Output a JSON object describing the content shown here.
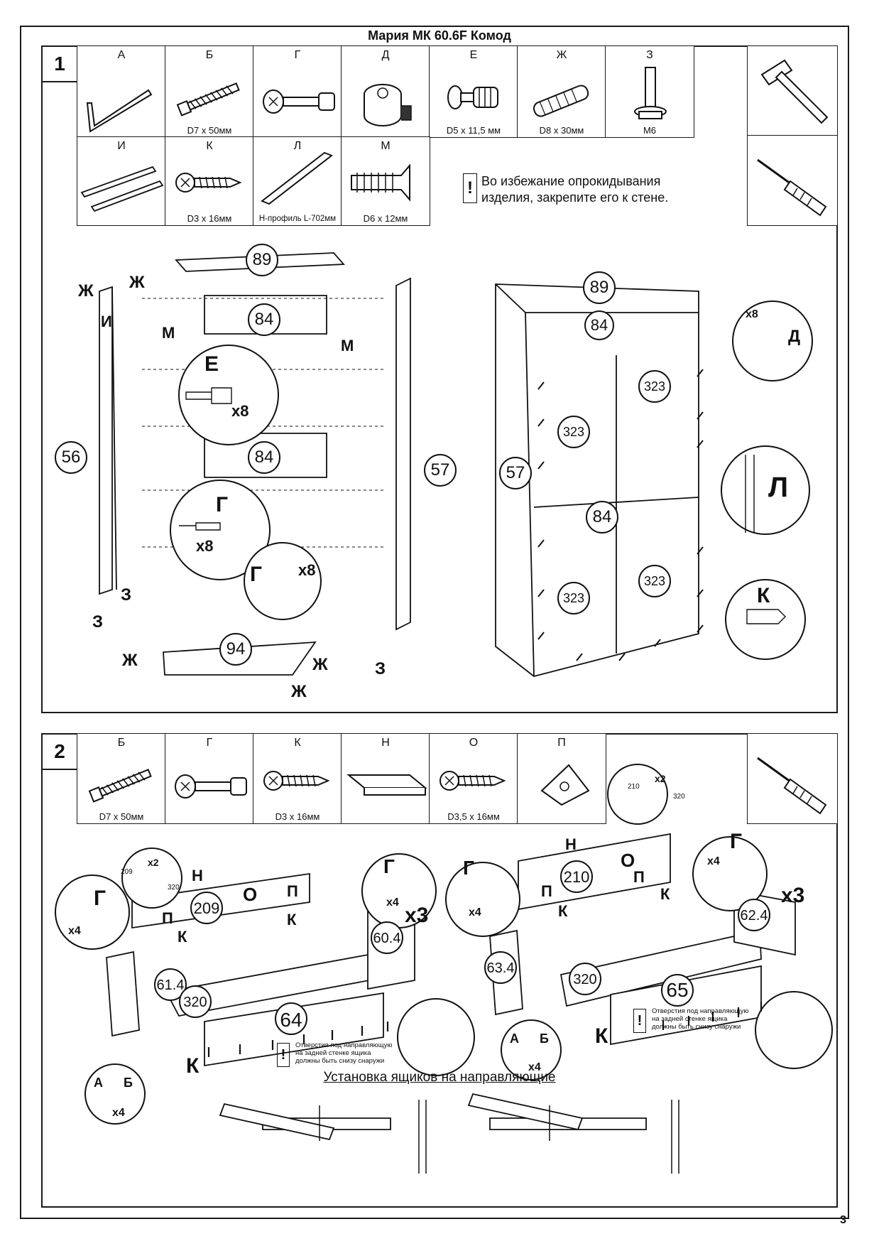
{
  "document": {
    "title": "Мария МК 60.6F Комод",
    "page_number": "3"
  },
  "step1": {
    "number": "1",
    "parts": [
      {
        "letter": "А",
        "caption": ""
      },
      {
        "letter": "Б",
        "caption": "D7 x 50мм"
      },
      {
        "letter": "Г",
        "caption": ""
      },
      {
        "letter": "Д",
        "caption": ""
      },
      {
        "letter": "Е",
        "caption": "D5 x 11,5 мм"
      },
      {
        "letter": "Ж",
        "caption": "D8 x 30мм"
      },
      {
        "letter": "З",
        "caption": "M6"
      },
      {
        "letter": "И",
        "caption": ""
      },
      {
        "letter": "К",
        "caption": "D3 x 16мм"
      },
      {
        "letter": "Л",
        "caption": "Н-профиль L-702мм"
      },
      {
        "letter": "М",
        "caption": "D6 x 12мм"
      }
    ],
    "warning": "Во избежание опрокидывания изделия, закрепите его к стене.",
    "warning_line1": "Во избежание опрокидывания",
    "warning_line2": "изделия, закрепите его к стене.",
    "panel_labels": [
      "89",
      "84",
      "84",
      "56",
      "57",
      "94",
      "89",
      "84",
      "84",
      "57",
      "323",
      "323",
      "323",
      "323"
    ],
    "callouts": {
      "e": "Е",
      "e_qty": "x8",
      "g1": "Г",
      "g1_qty": "x8",
      "g2": "Г",
      "g2_qty": "x8",
      "d_qty": "x8",
      "d": "Д",
      "l": "Л",
      "k": "К"
    },
    "letters": [
      "Ж",
      "Ж",
      "И",
      "М",
      "М",
      "З",
      "З",
      "З",
      "Ж",
      "Ж",
      "Ж"
    ]
  },
  "step2": {
    "number": "2",
    "parts": [
      {
        "letter": "Б",
        "caption": "D7 x 50мм"
      },
      {
        "letter": "Г",
        "caption": ""
      },
      {
        "letter": "К",
        "caption": "D3 x 16мм"
      },
      {
        "letter": "Н",
        "caption": ""
      },
      {
        "letter": "О",
        "caption": "D3,5 x 16мм"
      },
      {
        "letter": "П",
        "caption": ""
      }
    ],
    "panel_labels": [
      "209",
      "210",
      "60.4",
      "62.4",
      "61.4",
      "63.4",
      "320",
      "320",
      "64",
      "65"
    ],
    "multipliers": [
      "x3",
      "x3",
      "x4",
      "x4",
      "x4",
      "x4",
      "x4",
      "x4",
      "x2",
      "x2"
    ],
    "note_line1": "Отверстия под направляющую",
    "note_line2": "на задней стенке ящика",
    "note_line3": "должны быть снизу снаружи",
    "install_title": "Установка ящиков на направляющие",
    "letters": {
      "g": "Г",
      "n": "Н",
      "o": "О",
      "p": "П",
      "k": "К",
      "a": "А",
      "b": "Б"
    },
    "mini_labels": [
      "209",
      "320",
      "210",
      "320"
    ]
  }
}
